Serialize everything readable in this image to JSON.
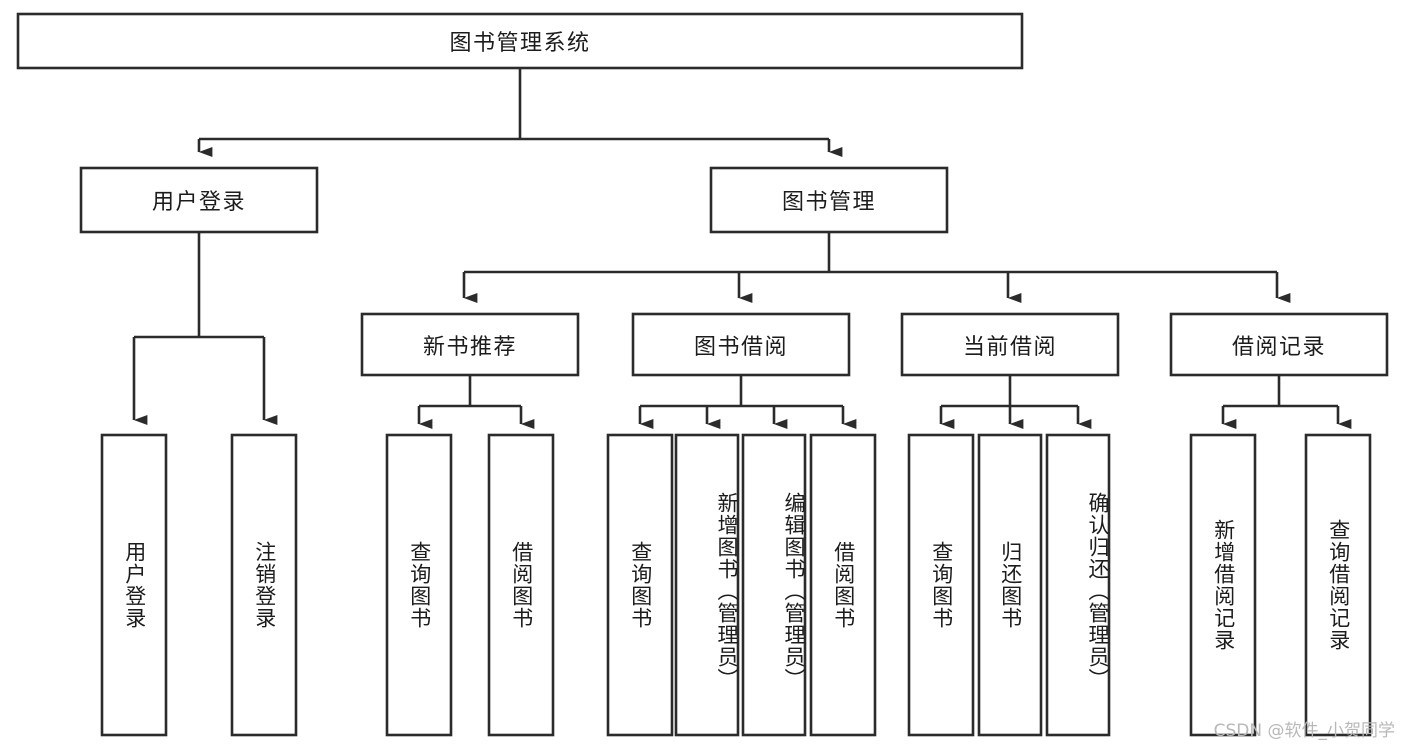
{
  "diagram": {
    "title": "图书管理系统",
    "type": "tree-hierarchy",
    "orientation": "top-down",
    "root": {
      "id": "root",
      "label": "图书管理系统",
      "text_direction": "horizontal"
    },
    "level2": [
      {
        "id": "user-login",
        "label": "用户登录",
        "text_direction": "horizontal"
      },
      {
        "id": "book-management",
        "label": "图书管理",
        "text_direction": "horizontal"
      }
    ],
    "level3": [
      {
        "id": "new-book-recommend",
        "label": "新书推荐",
        "parent": "book-management",
        "text_direction": "horizontal"
      },
      {
        "id": "book-borrow",
        "label": "图书借阅",
        "parent": "book-management",
        "text_direction": "horizontal"
      },
      {
        "id": "current-borrow",
        "label": "当前借阅",
        "parent": "book-management",
        "text_direction": "horizontal"
      },
      {
        "id": "borrow-record",
        "label": "借阅记录",
        "parent": "book-management",
        "text_direction": "horizontal"
      }
    ],
    "leaves": [
      {
        "id": "leaf-user-login",
        "label": "用户登录",
        "parent": "user-login",
        "text_direction": "vertical"
      },
      {
        "id": "leaf-user-logout",
        "label": "注销登录",
        "parent": "user-login",
        "text_direction": "vertical"
      },
      {
        "id": "leaf-query-book-1",
        "label": "查询图书",
        "parent": "new-book-recommend",
        "text_direction": "vertical"
      },
      {
        "id": "leaf-borrow-book-1",
        "label": "借阅图书",
        "parent": "new-book-recommend",
        "text_direction": "vertical"
      },
      {
        "id": "leaf-query-book-2",
        "label": "查询图书",
        "parent": "book-borrow",
        "text_direction": "vertical"
      },
      {
        "id": "leaf-add-book",
        "label": "新增图书（管理员）",
        "parent": "book-borrow",
        "text_direction": "vertical"
      },
      {
        "id": "leaf-edit-book",
        "label": "编辑图书（管理员）",
        "parent": "book-borrow",
        "text_direction": "vertical"
      },
      {
        "id": "leaf-borrow-book-2",
        "label": "借阅图书",
        "parent": "book-borrow",
        "text_direction": "vertical"
      },
      {
        "id": "leaf-query-book-3",
        "label": "查询图书",
        "parent": "current-borrow",
        "text_direction": "vertical"
      },
      {
        "id": "leaf-return-book",
        "label": "归还图书",
        "parent": "current-borrow",
        "text_direction": "vertical"
      },
      {
        "id": "leaf-confirm-return",
        "label": "确认归还（管理员）",
        "parent": "current-borrow",
        "text_direction": "vertical"
      },
      {
        "id": "leaf-add-record",
        "label": "新增借阅记录",
        "parent": "borrow-record",
        "text_direction": "vertical"
      },
      {
        "id": "leaf-query-record",
        "label": "查询借阅记录",
        "parent": "borrow-record",
        "text_direction": "vertical"
      }
    ],
    "colors": {
      "box_stroke": "#2b2b2b",
      "box_fill": "#ffffff",
      "connector": "#2b2b2b",
      "text": "#1c1c1c",
      "background": "#ffffff",
      "watermark": "#b8b8b8"
    }
  },
  "watermark": {
    "text": "CSDN @软件_小贺同学"
  }
}
